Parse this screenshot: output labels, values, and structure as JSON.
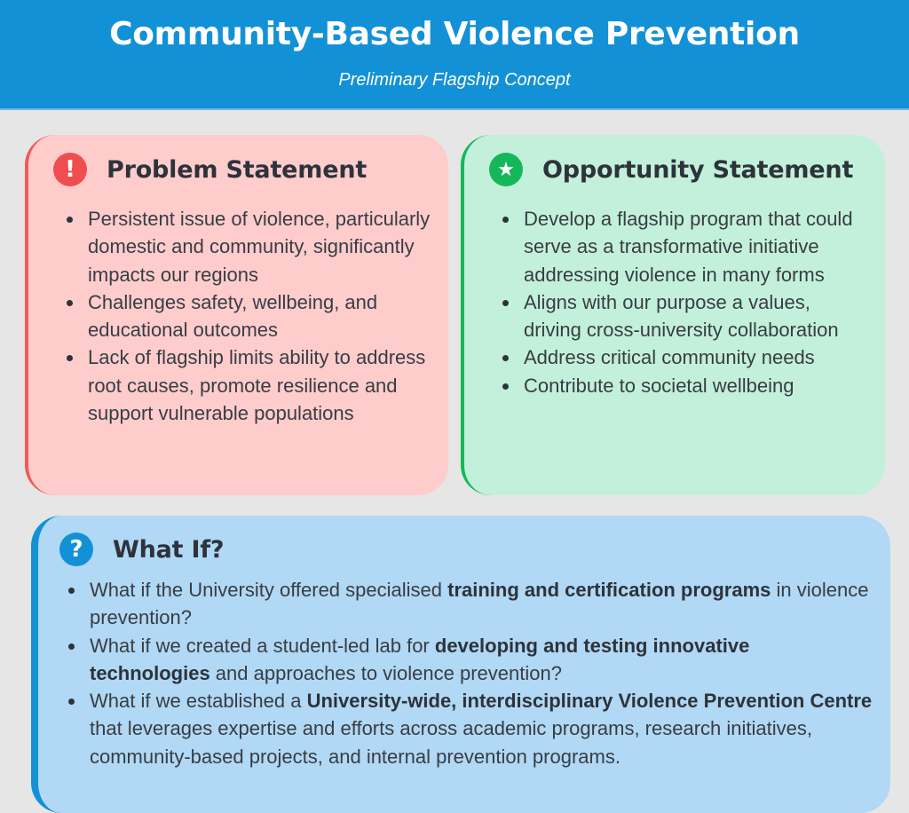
{
  "header": {
    "title": "Community-Based Violence Prevention",
    "subtitle": "Preliminary Flagship Concept"
  },
  "problem": {
    "icon": "exclamation-icon",
    "icon_glyph": "!",
    "title": "Problem Statement",
    "items": [
      "Persistent issue of violence, particularly domestic and community, significantly impacts our regions",
      "Challenges safety, wellbeing, and educational outcomes",
      "Lack of flagship limits ability to address root causes, promote resilience and support vulnerable populations"
    ]
  },
  "opportunity": {
    "icon": "star-icon",
    "icon_glyph": "★",
    "title": "Opportunity Statement",
    "items": [
      "Develop a flagship program that could serve as a transformative initiative addressing violence in many forms",
      "Aligns with our purpose a values, driving cross-university collaboration",
      "Address critical community needs",
      "Contribute to societal wellbeing"
    ]
  },
  "whatif": {
    "icon": "question-icon",
    "icon_glyph": "?",
    "title": "What If?",
    "items": [
      {
        "pre": "What if the University offered specialised ",
        "bold": "training and certification programs",
        "post": " in violence prevention?"
      },
      {
        "pre": "What if we created a student-led lab for ",
        "bold": "developing and testing innovative technologies",
        "post": " and approaches to violence prevention?"
      },
      {
        "pre": "What if we established a ",
        "bold": "University-wide, interdisciplinary Violence Prevention Centre",
        "post": " that leverages expertise and efforts across academic programs, research initiatives, community-based projects, and internal prevention programs."
      }
    ]
  },
  "colors": {
    "header_blue": "#1391d6",
    "problem_bg": "#ffcccc",
    "problem_accent": "#f04e4e",
    "opportunity_bg": "#c3f0da",
    "opportunity_accent": "#14b85b",
    "whatif_bg": "#b1d8f4",
    "whatif_accent": "#1391d6",
    "page_bg": "#e6e6e6"
  }
}
